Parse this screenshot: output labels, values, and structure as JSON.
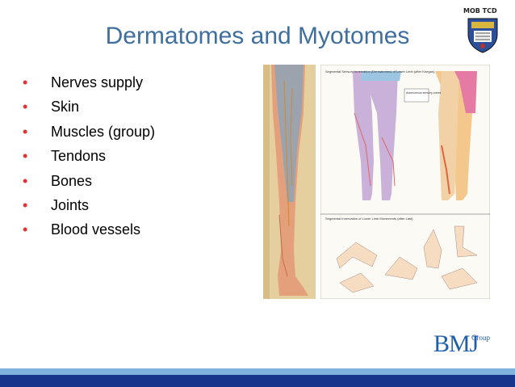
{
  "slide": {
    "title": "Dermatomes and Myotomes",
    "corner_tag": "MOB TCD",
    "bullets": [
      "Nerves supply",
      "Skin",
      "Muscles (group)",
      "Tendons",
      "Bones",
      "Joints",
      "Blood vessels"
    ],
    "bullet_marker": "•",
    "figure_right": {
      "heading_top": "Segmental Sensory Innervation (Dermatomes) of Lower Limb (after Keegan)",
      "callout": "Autonomous sensory zones",
      "heading_bottom": "Segmental Innervation of Lower Limb Movements (after Last)"
    },
    "logo": {
      "main": "BMJ",
      "sup": "Group"
    }
  },
  "colors": {
    "title": "#3f6f9e",
    "bullet_marker": "#e9302f",
    "bar_light": "#7fb2dd",
    "bar_dark": "#17358b",
    "logo": "#1f5ea8"
  }
}
